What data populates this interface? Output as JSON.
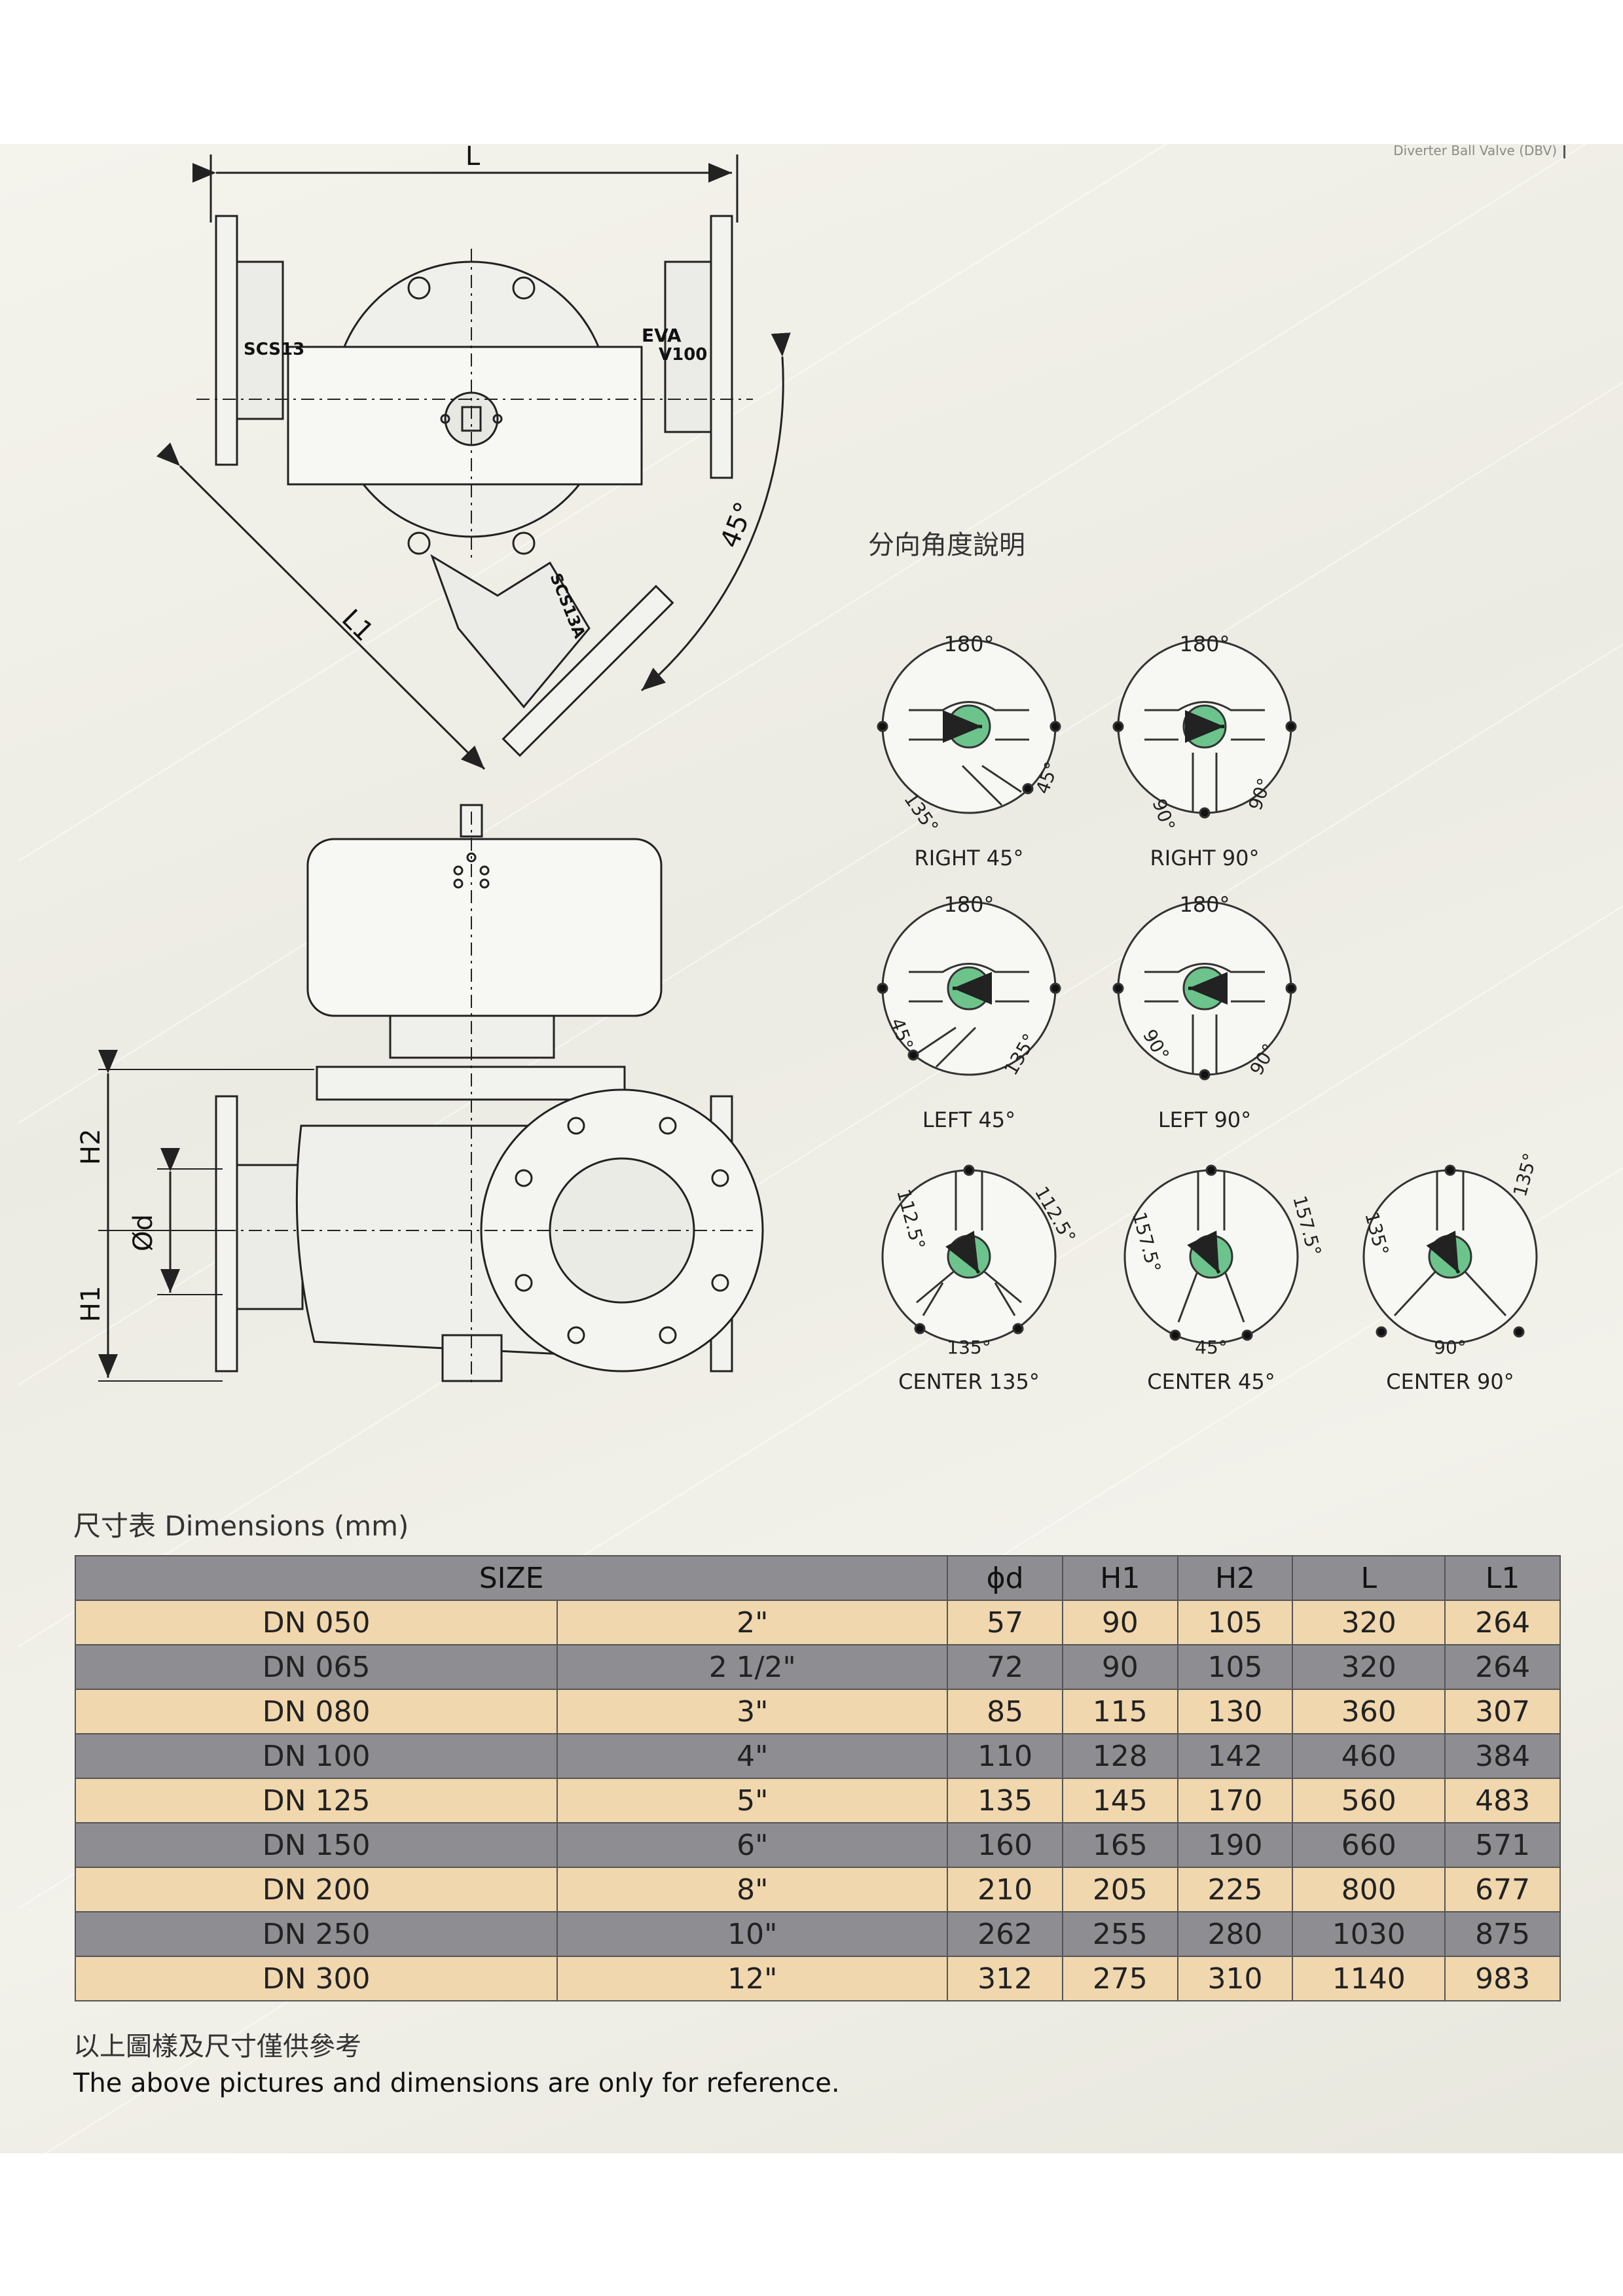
{
  "header": {
    "label": "Diverter Ball Valve (DBV)"
  },
  "drawing": {
    "top_view": {
      "dim_L": "L",
      "dim_L1": "L1",
      "angle": "45°",
      "mark_1": "SCS13",
      "mark_2": "EVA",
      "mark_3": "V100",
      "mark_4": "SCS13A"
    },
    "front_view": {
      "dim_H2": "H2",
      "dim_d": "Ød",
      "dim_H1": "H1"
    }
  },
  "diagram_section": {
    "title": "分向角度說明",
    "items": [
      {
        "caption": "RIGHT  45°",
        "top": "180°",
        "a": "135°",
        "b": "45°"
      },
      {
        "caption": "RIGHT  90°",
        "top": "180°",
        "a": "90°",
        "b": "90°"
      },
      {
        "caption": "LEFT  45°",
        "top": "180°",
        "a": "45°",
        "b": "135°"
      },
      {
        "caption": "LEFT  90°",
        "top": "180°",
        "a": "90°",
        "b": "90°"
      },
      {
        "caption": "CENTER  135°",
        "a": "112.5°",
        "b": "112.5°",
        "c": "135°"
      },
      {
        "caption": "CENTER  45°",
        "a": "157.5°",
        "b": "157.5°",
        "c": "45°"
      },
      {
        "caption": "CENTER  90°",
        "a": "135°",
        "b": "135°",
        "c": "90°"
      }
    ]
  },
  "dimensions": {
    "title": "尺寸表 Dimensions (mm)",
    "headers": [
      "SIZE",
      "ϕd",
      "H1",
      "H2",
      "L",
      "L1"
    ],
    "rows": [
      [
        "DN 050",
        "2\"",
        "57",
        "90",
        "105",
        "320",
        "264"
      ],
      [
        "DN 065",
        "2 1/2\"",
        "72",
        "90",
        "105",
        "320",
        "264"
      ],
      [
        "DN 080",
        "3\"",
        "85",
        "115",
        "130",
        "360",
        "307"
      ],
      [
        "DN 100",
        "4\"",
        "110",
        "128",
        "142",
        "460",
        "384"
      ],
      [
        "DN 125",
        "5\"",
        "135",
        "145",
        "170",
        "560",
        "483"
      ],
      [
        "DN 150",
        "6\"",
        "160",
        "165",
        "190",
        "660",
        "571"
      ],
      [
        "DN 200",
        "8\"",
        "210",
        "205",
        "225",
        "800",
        "677"
      ],
      [
        "DN 250",
        "10\"",
        "262",
        "255",
        "280",
        "1030",
        "875"
      ],
      [
        "DN 300",
        "12\"",
        "312",
        "275",
        "310",
        "1140",
        "983"
      ]
    ]
  },
  "notes": {
    "chinese": "以上圖樣及尺寸僅供參考",
    "english": "The above pictures and dimensions are only for reference."
  },
  "colors": {
    "row_light": "#f0d7ae",
    "row_dark": "#8d8d92",
    "ball_green": "#6cc48c"
  }
}
